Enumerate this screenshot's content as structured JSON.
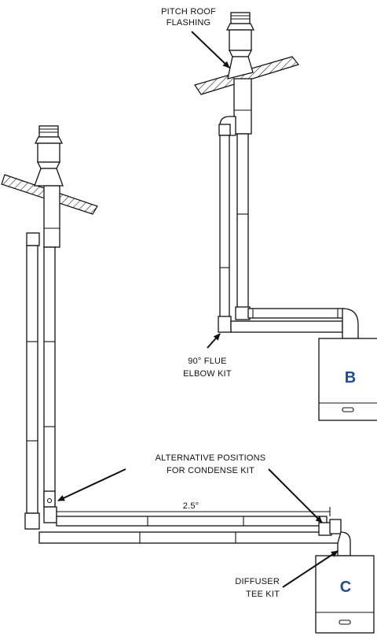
{
  "labels": {
    "pitch_roof_flashing_line1": "PITCH ROOF",
    "pitch_roof_flashing_line2": "FLASHING",
    "flue_elbow_line1": "90° FLUE",
    "flue_elbow_line2": "ELBOW KIT",
    "condense_line1": "ALTERNATIVE POSITIONS",
    "condense_line2": "FOR CONDENSE KIT",
    "angle": "2.5°",
    "diffuser_line1": "DIFFUSER",
    "diffuser_line2": "TEE KIT"
  },
  "boilers": {
    "b": "B",
    "c": "C"
  },
  "colors": {
    "badge": "#1f4e8a",
    "line": "#111111"
  }
}
